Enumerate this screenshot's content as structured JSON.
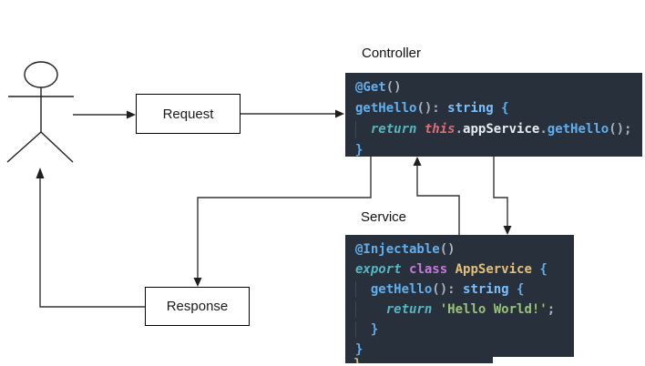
{
  "labels": {
    "controller_title": "Controller",
    "service_title": "Service",
    "request": "Request",
    "response": "Response"
  },
  "colors": {
    "code_bg": "#28303c",
    "blue": "#61afef",
    "light_blue": "#79c0ff",
    "cyan": "#56b6c2",
    "red": "#e06c75",
    "purple": "#c678dd",
    "orange": "#e5c07b",
    "green": "#98c379",
    "white": "#e8edf3",
    "punct": "#abb2bf",
    "gold": "#d7ba7d",
    "line": "#333333"
  },
  "controller_code": {
    "lines": [
      [
        [
          "@Get",
          "blue"
        ],
        [
          "()",
          "punct"
        ]
      ],
      [
        [
          "getHello",
          "blue"
        ],
        [
          "()",
          "punct"
        ],
        [
          ": ",
          "punct"
        ],
        [
          "string",
          "light_blue"
        ],
        [
          " {",
          "blue"
        ]
      ],
      [
        [
          "  ",
          "punct"
        ],
        [
          "return",
          "cyan"
        ],
        [
          " ",
          "punct"
        ],
        [
          "this",
          "red"
        ],
        [
          ".",
          "punct"
        ],
        [
          "appService",
          "white"
        ],
        [
          ".",
          "punct"
        ],
        [
          "getHello",
          "blue"
        ],
        [
          "();",
          "punct"
        ]
      ],
      [
        [
          "}",
          "blue"
        ]
      ]
    ]
  },
  "service_code": {
    "lines": [
      [
        [
          "@Injectable",
          "blue"
        ],
        [
          "()",
          "punct"
        ]
      ],
      [
        [
          "export",
          "cyan"
        ],
        [
          " ",
          "punct"
        ],
        [
          "class",
          "purple"
        ],
        [
          " ",
          "punct"
        ],
        [
          "AppService",
          "orange"
        ],
        [
          " {",
          "blue"
        ]
      ],
      [
        [
          "  ",
          "punct"
        ],
        [
          "getHello",
          "blue"
        ],
        [
          "()",
          "punct"
        ],
        [
          ": ",
          "punct"
        ],
        [
          "string",
          "light_blue"
        ],
        [
          " {",
          "blue"
        ]
      ],
      [
        [
          "    ",
          "punct"
        ],
        [
          "return",
          "cyan"
        ],
        [
          " ",
          "punct"
        ],
        [
          "'Hello World!'",
          "green"
        ],
        [
          ";",
          "punct"
        ]
      ],
      [
        [
          "  }",
          "blue"
        ]
      ],
      [
        [
          "}",
          "blue"
        ]
      ]
    ],
    "clipped_lines": [
      [
        [
          "}",
          "gold"
        ]
      ]
    ]
  }
}
